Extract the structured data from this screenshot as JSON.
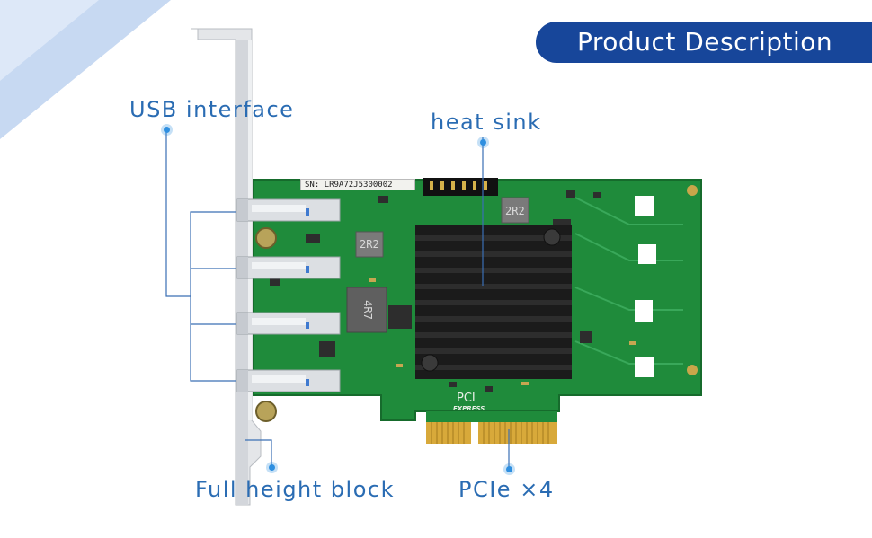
{
  "header": {
    "title": "Product Description"
  },
  "callouts": {
    "usb_interface": "USB interface",
    "heat_sink": "heat sink",
    "full_height_block": "Full height block",
    "pcie_x4": "PCIe ×4"
  },
  "board_text": {
    "serial": "SN: LR9A72J5300002",
    "inductor_top": "2R2",
    "inductor_left": "2R2",
    "inductor_big": "4R7",
    "pci_logo_text": "PCI",
    "pci_express_text": "EXPRESS"
  },
  "colors": {
    "accent_blue": "#17469a",
    "callout_blue": "#2a6cb3",
    "pcb_green": "#1e8f3e",
    "heatsink": "#1c1c1c",
    "gold": "#d8a93a"
  }
}
